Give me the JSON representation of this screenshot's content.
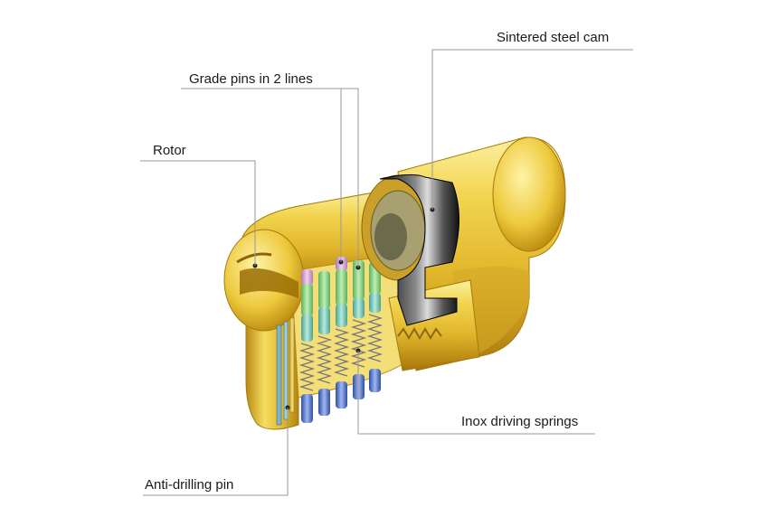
{
  "labels": {
    "cam": "Sintered steel cam",
    "grade_pins": "Grade pins in 2 lines",
    "rotor": "Rotor",
    "springs": "Inox driving springs",
    "anti_drilling": "Anti-drilling pin"
  },
  "colors": {
    "brass_light": "#f7e36a",
    "brass": "#e6bd2f",
    "brass_dark": "#b8860b",
    "steel_cam": "#2a2a2a",
    "pin_green": "#8fd08a",
    "pin_teal": "#7cc8b4",
    "pin_pink": "#d9a3d9",
    "pin_blue": "#5a78c8",
    "leader_line": "#9a9a9a"
  }
}
